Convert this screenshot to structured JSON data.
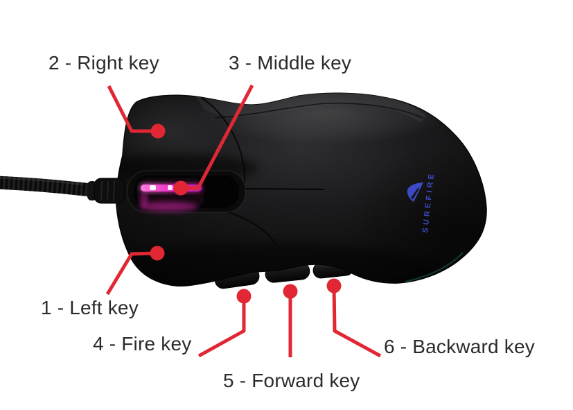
{
  "brand": "SUREFIRE",
  "labels": {
    "left": "1 - Left key",
    "right": "2 - Right key",
    "middle": "3 - Middle key",
    "fire": "4 - Fire key",
    "forward": "5 - Forward key",
    "backward": "6 - Backward key"
  },
  "colors": {
    "callout_red": "#e12734",
    "brand_blue": "#4150d8",
    "wheel_glow_pink": "#ee3ecf",
    "label_text": "#2b2b2e",
    "background": "#ffffff"
  }
}
